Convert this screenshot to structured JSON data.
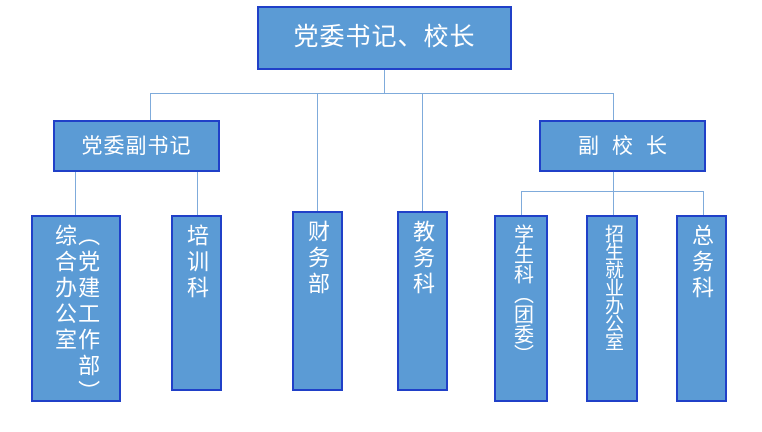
{
  "diagram": {
    "title": "党委书记、校长",
    "type": "organization-chart",
    "colors": {
      "node_fill": "#5B9BD5",
      "node_border": "#2040C8",
      "node_text": "#FFFFFF",
      "connector": "#7FABDB",
      "background": "#FFFFFF"
    },
    "levels": {
      "root": {
        "label": "党委书记、校长"
      },
      "level2": [
        {
          "label": "党委副书记"
        },
        {
          "label": "副校长"
        }
      ],
      "level3": [
        {
          "label": "综合办公室（党建工作部）",
          "column_main": "综合办公室",
          "column_secondary": "（党建工作部）",
          "parent": "党委副书记"
        },
        {
          "label": "培训科",
          "parent": "党委副书记"
        },
        {
          "label": "财务部",
          "parent": "党委书记、校长"
        },
        {
          "label": "教务科",
          "parent": "党委书记、校长"
        },
        {
          "label": "学生科（团委）",
          "parent": "副校长"
        },
        {
          "label": "招生就业办公室",
          "parent": "副校长"
        },
        {
          "label": "总务科",
          "parent": "副校长"
        }
      ]
    }
  }
}
